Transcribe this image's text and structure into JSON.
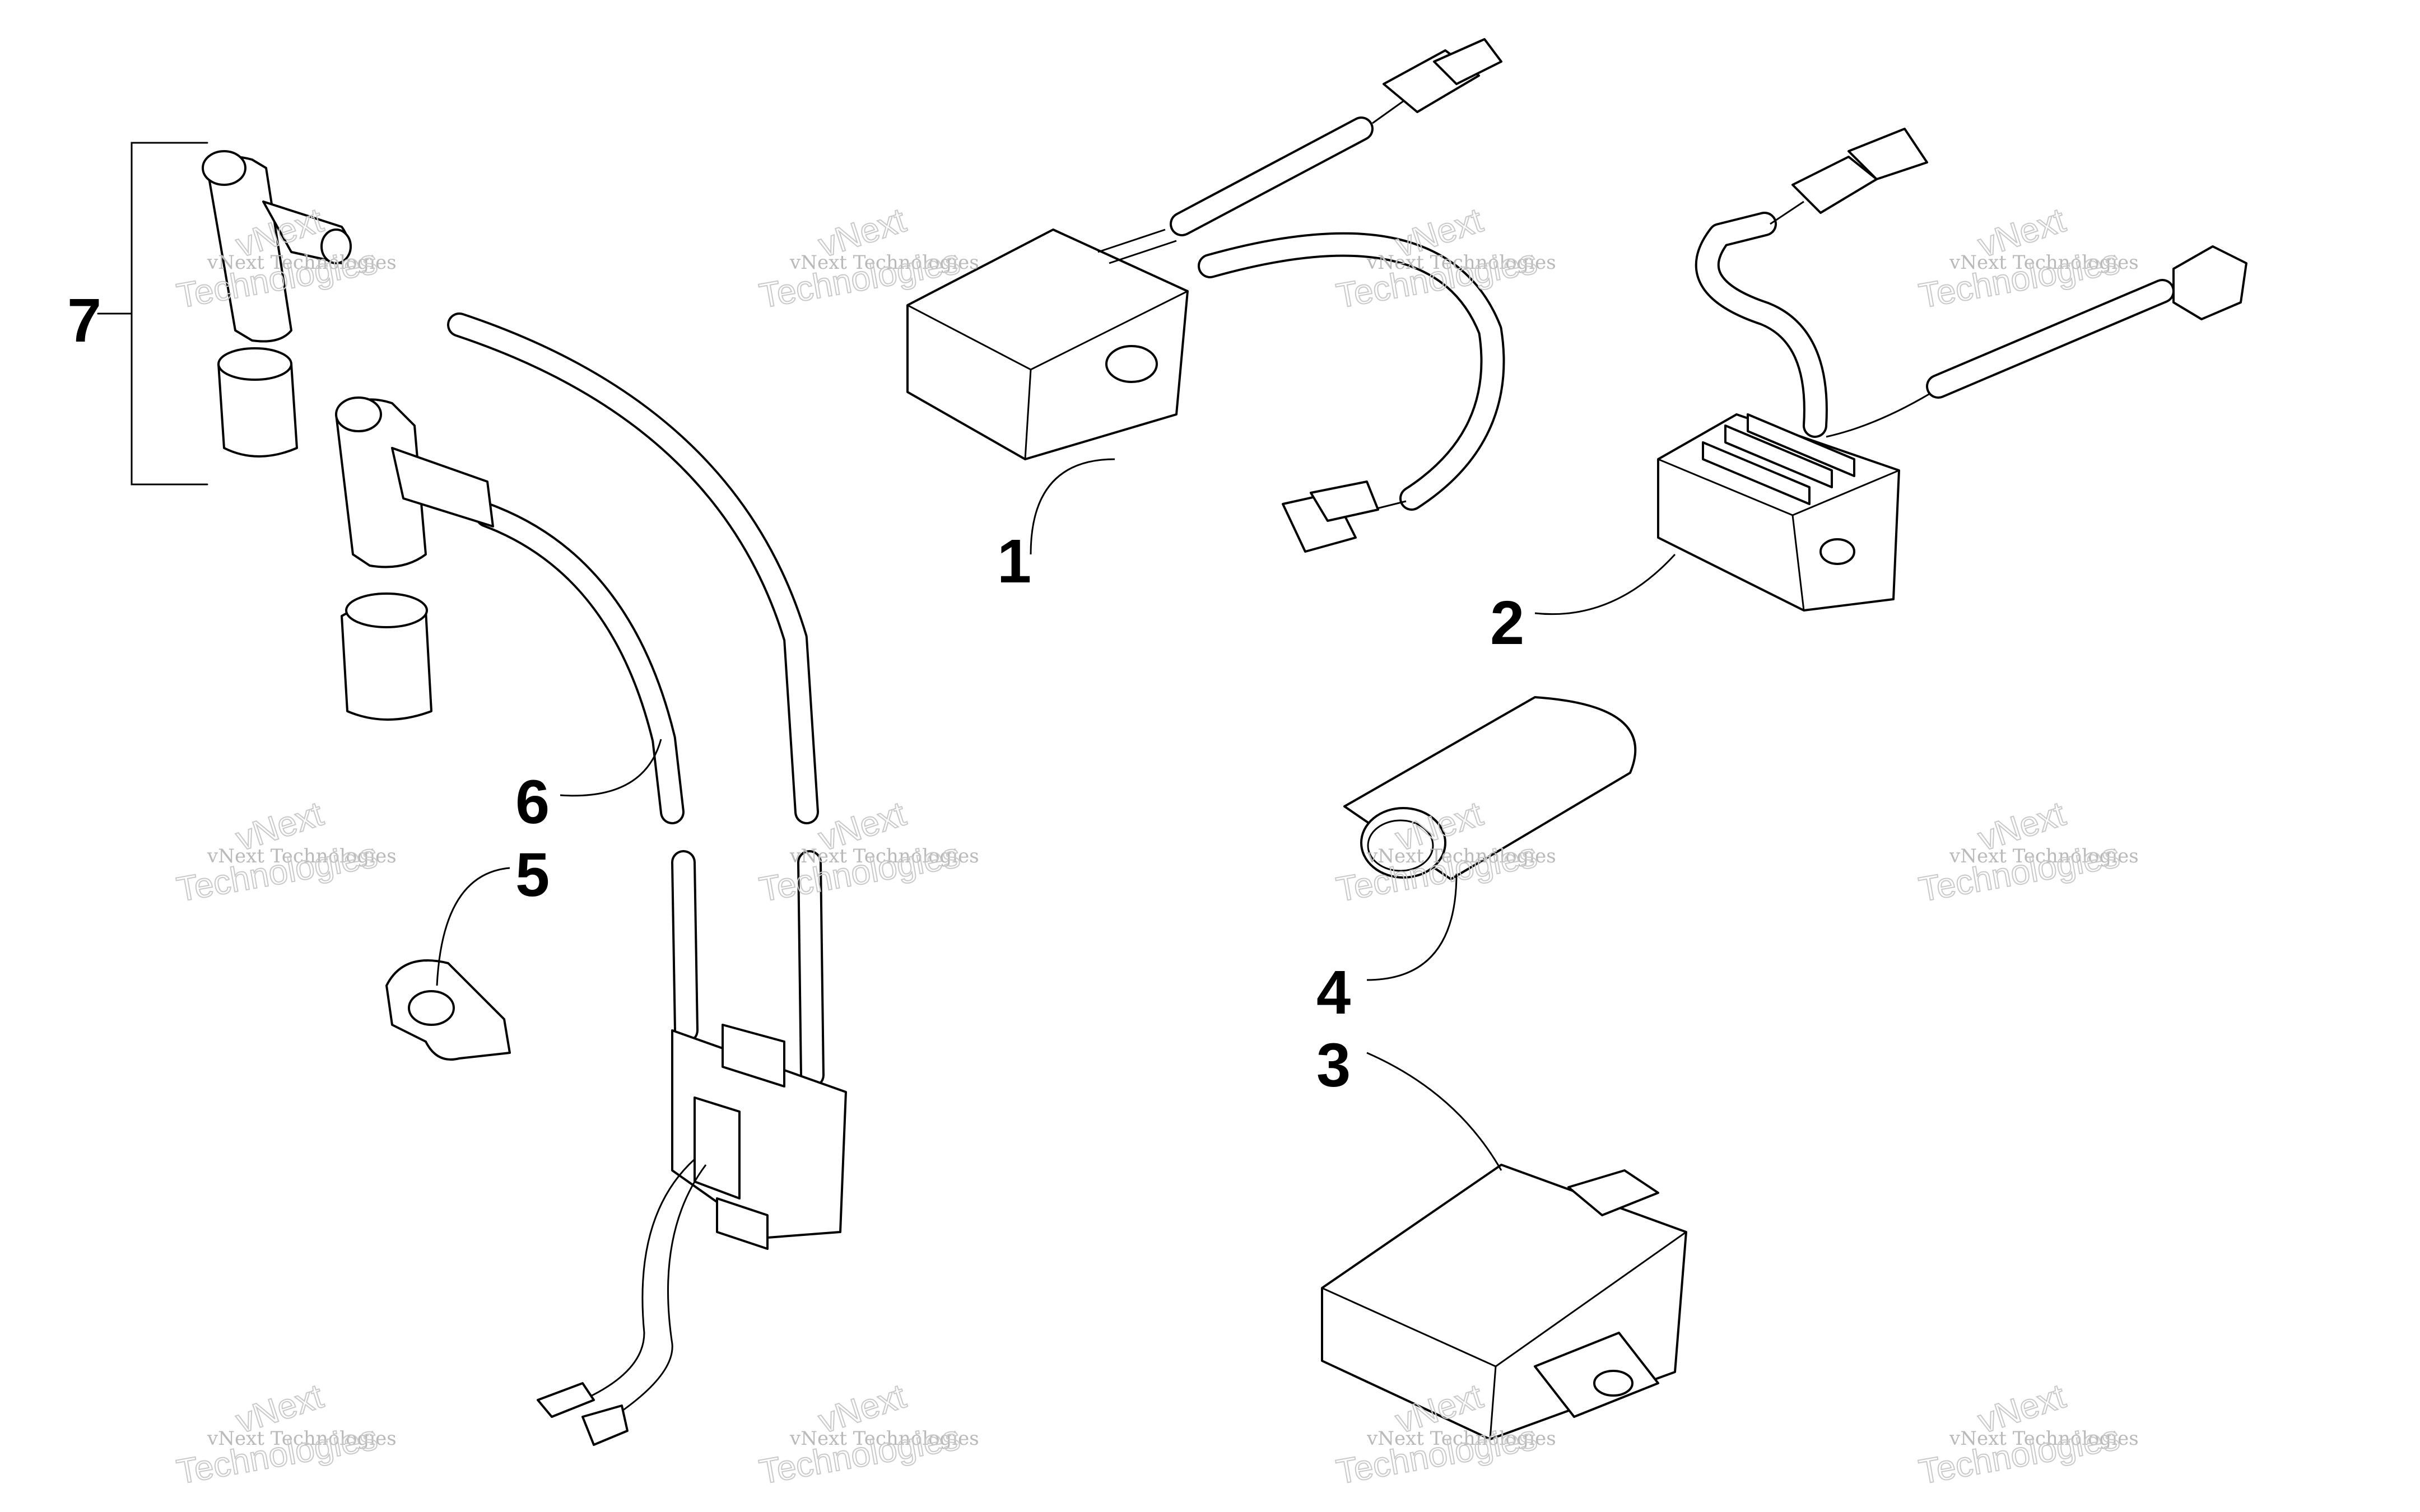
{
  "diagram": {
    "callouts": [
      {
        "id": "1",
        "label": "1"
      },
      {
        "id": "2",
        "label": "2"
      },
      {
        "id": "3",
        "label": "3"
      },
      {
        "id": "4",
        "label": "4"
      },
      {
        "id": "5",
        "label": "5"
      },
      {
        "id": "6",
        "label": "6"
      },
      {
        "id": "7",
        "label": "7"
      }
    ],
    "watermark": {
      "line1": "vNext Technologies",
      "line2": "vNext",
      "line3": "Technologies"
    }
  }
}
